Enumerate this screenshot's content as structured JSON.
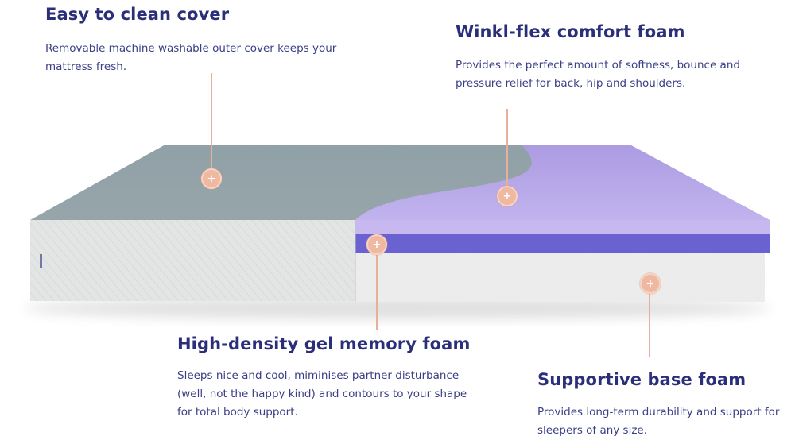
{
  "features": {
    "cover": {
      "title": "Easy to clean cover",
      "lines": [
        "Removable machine washable outer cover keeps your",
        "mattress fresh."
      ]
    },
    "winkl": {
      "title": "Winkl-flex comfort foam",
      "lines": [
        "Provides the perfect amount of softness, bounce and",
        "pressure relief for back, hip and shoulders."
      ]
    },
    "gel": {
      "title": "High-density gel memory foam",
      "lines": [
        "Sleeps nice and cool, miminises partner disturbance",
        "(well, not the happy kind) and contours to your shape",
        "for total body support."
      ]
    },
    "base": {
      "title": "Supportive base foam",
      "lines": [
        "Provides long-term durability and support for",
        "sleepers of any size."
      ]
    }
  },
  "hotspot_symbol": "+",
  "icons": {
    "hotspot": "plus-icon"
  },
  "colors": {
    "heading": "#2b2f7a",
    "body_text": "#3a3f86",
    "cover_grey": "#8e9ea3",
    "comfort_lavender": "#b6a6e6",
    "gel_blue": "#6a62d0",
    "base_white": "#ededed",
    "hotspot": "#efb8a0"
  }
}
